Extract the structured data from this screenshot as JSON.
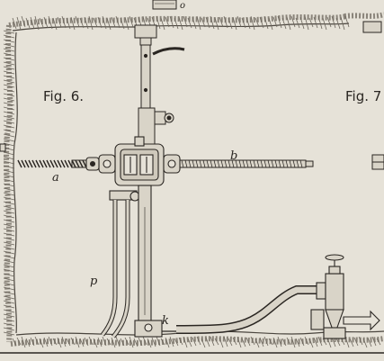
{
  "figure": {
    "main_caption": "Fig. 6.",
    "partial_caption": "Fig. 7",
    "letter_top": "o",
    "letter_a": "a",
    "letter_b": "b",
    "letter_p": "p",
    "letter_k": "k"
  },
  "colors": {
    "paper": "#e6e2d8",
    "ink": "#2a2622",
    "rock_hatch": "#6b655c",
    "pipe_fill": "#d9d4c8"
  }
}
